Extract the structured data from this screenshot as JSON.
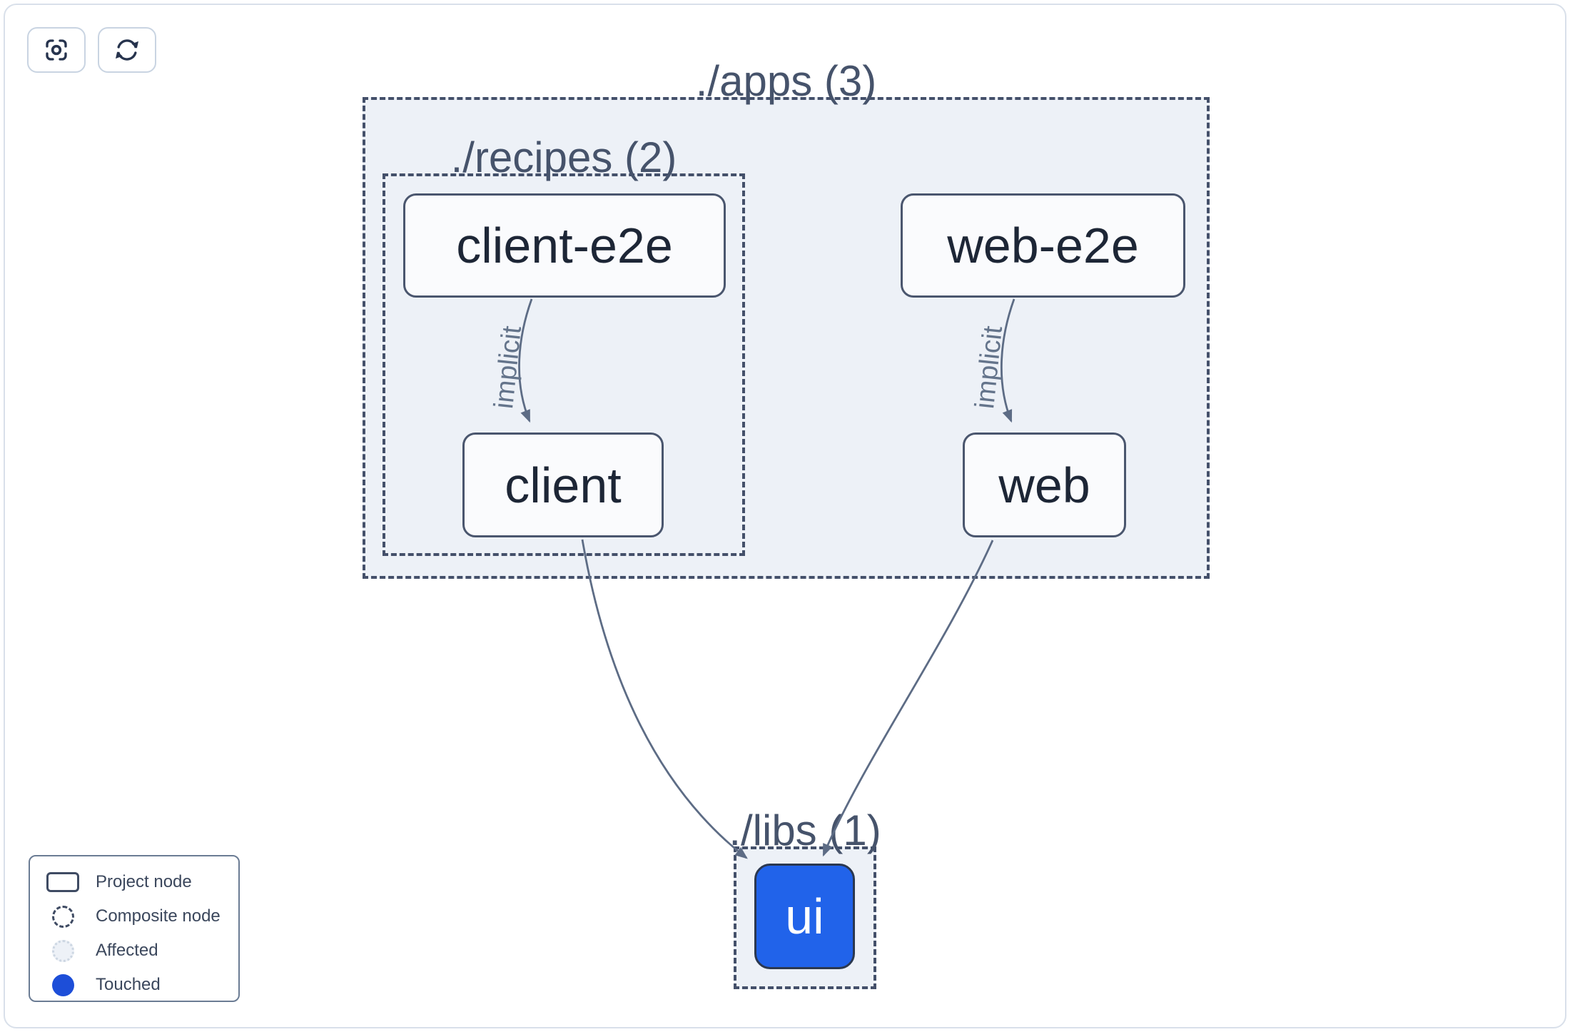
{
  "toolbar": {
    "buttons": [
      {
        "icon": "focus-icon"
      },
      {
        "icon": "refresh-icon"
      }
    ]
  },
  "graph": {
    "groups": [
      {
        "id": "apps",
        "label": "./apps (3)"
      },
      {
        "id": "recipes",
        "label": "./recipes (2)"
      },
      {
        "id": "libs",
        "label": "./libs (1)"
      }
    ],
    "nodes": [
      {
        "id": "client-e2e",
        "label": "client-e2e",
        "state": "default"
      },
      {
        "id": "web-e2e",
        "label": "web-e2e",
        "state": "default"
      },
      {
        "id": "client",
        "label": "client",
        "state": "default"
      },
      {
        "id": "web",
        "label": "web",
        "state": "default"
      },
      {
        "id": "ui",
        "label": "ui",
        "state": "touched"
      }
    ],
    "edges": [
      {
        "from": "client-e2e",
        "to": "client",
        "label": "implicit"
      },
      {
        "from": "web-e2e",
        "to": "web",
        "label": "implicit"
      },
      {
        "from": "client",
        "to": "ui",
        "label": ""
      },
      {
        "from": "web",
        "to": "ui",
        "label": ""
      }
    ]
  },
  "legend": {
    "items": [
      {
        "swatch": "project-node-swatch",
        "label": "Project node"
      },
      {
        "swatch": "composite-node-swatch",
        "label": "Composite node"
      },
      {
        "swatch": "affected-swatch",
        "label": "Affected"
      },
      {
        "swatch": "touched-swatch",
        "label": "Touched"
      }
    ]
  },
  "colors": {
    "canvas_bg": "#ffffff",
    "container_fill": "#edf1f7",
    "container_border": "#44506a",
    "node_fill": "#fafbfd",
    "node_border": "#4a566e",
    "node_text": "#1d2636",
    "edge": "#5d6c85",
    "edge_label": "#64748b",
    "group_label": "#46536b",
    "ui_node_blue": "#2163ea",
    "touched_blue": "#1d4ed8",
    "affected_fill": "#edf1f7",
    "affected_border": "#ccd6e2",
    "legend_border": "#6b7c94",
    "legend_text": "#3b475c",
    "frame_border": "#d9e0ea"
  }
}
